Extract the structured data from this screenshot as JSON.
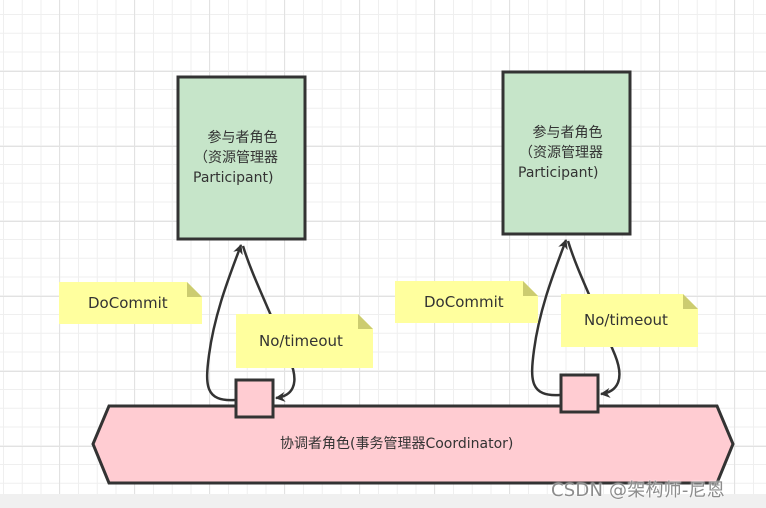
{
  "diagram": {
    "participants": [
      {
        "id": "participant-left",
        "lines": [
          "参与者角色",
          "（资源管理器",
          "Participant)"
        ]
      },
      {
        "id": "participant-right",
        "lines": [
          "参与者角色",
          "（资源管理器",
          "Participant)"
        ]
      }
    ],
    "notes": [
      {
        "id": "note-docommit-left",
        "text": "DoCommit"
      },
      {
        "id": "note-timeout-left",
        "text": "No/timeout"
      },
      {
        "id": "note-docommit-right",
        "text": "DoCommit"
      },
      {
        "id": "note-timeout-right",
        "text": "No/timeout"
      }
    ],
    "coordinator": {
      "label": "协调者角色(事务管理器Coordinator)"
    },
    "edges": [
      {
        "from": "coordinator-port-left",
        "to": "participant-left",
        "label": "DoCommit"
      },
      {
        "from": "participant-left",
        "to": "coordinator-port-left",
        "label": "No/timeout"
      },
      {
        "from": "coordinator-port-right",
        "to": "participant-right",
        "label": "DoCommit"
      },
      {
        "from": "participant-right",
        "to": "coordinator-port-right",
        "label": "No/timeout"
      }
    ],
    "colors": {
      "participant_fill": "#c6e5c9",
      "coordinator_fill": "#ffccd2",
      "note_fill": "#ffff9e",
      "note_fold": "#cccc70",
      "stroke": "#333333"
    }
  },
  "watermark": "CSDN @架构师-尼恩"
}
